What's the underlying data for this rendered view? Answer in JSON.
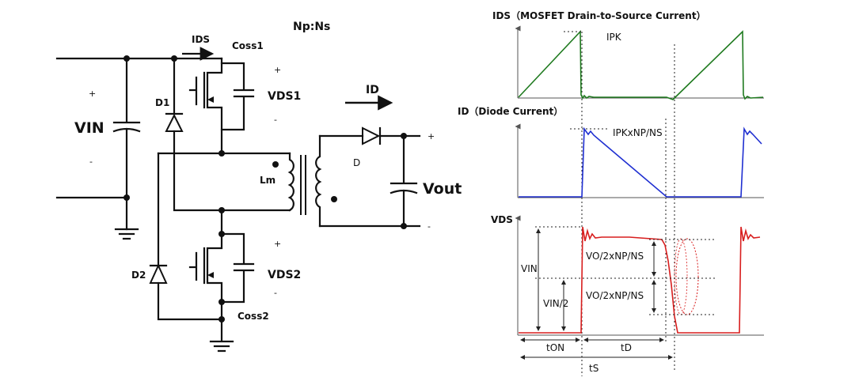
{
  "circuit": {
    "ratio": "Np:Ns",
    "vin_label": "VIN",
    "ids_label": "IDS",
    "id_label": "ID",
    "coss1": "Coss1",
    "coss2": "Coss2",
    "vds1": "VDS1",
    "vds2": "VDS2",
    "d1": "D1",
    "d2": "D2",
    "lm": "Lm",
    "diode_out": "D",
    "vout": "Vout",
    "plus": "+",
    "minus": "-"
  },
  "waveforms": {
    "ids_title": "IDS（MOSFET Drain-to-Source Current）",
    "ipk": "IPK",
    "id_title": "ID（Diode Current）",
    "id_peak": "IPKxNP/NS",
    "vds_title": "VDS",
    "vin": "VIN",
    "vin_half": "VIN/2",
    "step": "VO/2xNP/NS",
    "t_on": "tON",
    "t_d": "tD",
    "t_s": "tS"
  },
  "colors": {
    "ids_wave": "#1f7a1f",
    "id_wave": "#1f2fd1",
    "vds_wave": "#d81e1e",
    "wire": "#111111"
  }
}
